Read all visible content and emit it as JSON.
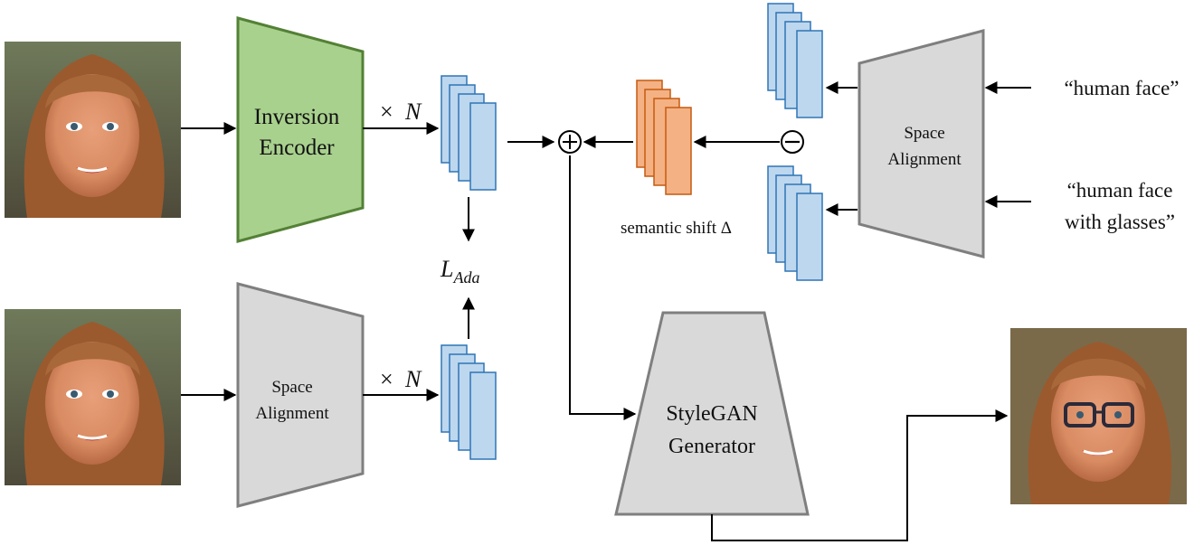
{
  "encoder": {
    "line1": "Inversion",
    "line2": "Encoder"
  },
  "space_alignment": {
    "line1": "Space",
    "line2": "Alignment"
  },
  "generator": {
    "line1": "StyleGAN",
    "line2": "Generator"
  },
  "multiplier": {
    "symbol": "×",
    "var": "N"
  },
  "loss": {
    "base": "L",
    "sub": "Ada"
  },
  "semantic_shift": "semantic shift Δ",
  "prompt_source": "“human face”",
  "prompt_target_line1": "“human face",
  "prompt_target_line2": "with glasses”",
  "operators": {
    "add": "⊕",
    "subtract": "⊖"
  },
  "colors": {
    "encoder_fill": "#a9d18e",
    "encoder_stroke": "#538135",
    "module_fill": "#d9d9d9",
    "module_stroke": "#7f7f7f",
    "latent_fill": "#bdd7ee",
    "latent_stroke": "#2e75b6",
    "shift_fill": "#f4b183",
    "shift_stroke": "#c55a11"
  }
}
